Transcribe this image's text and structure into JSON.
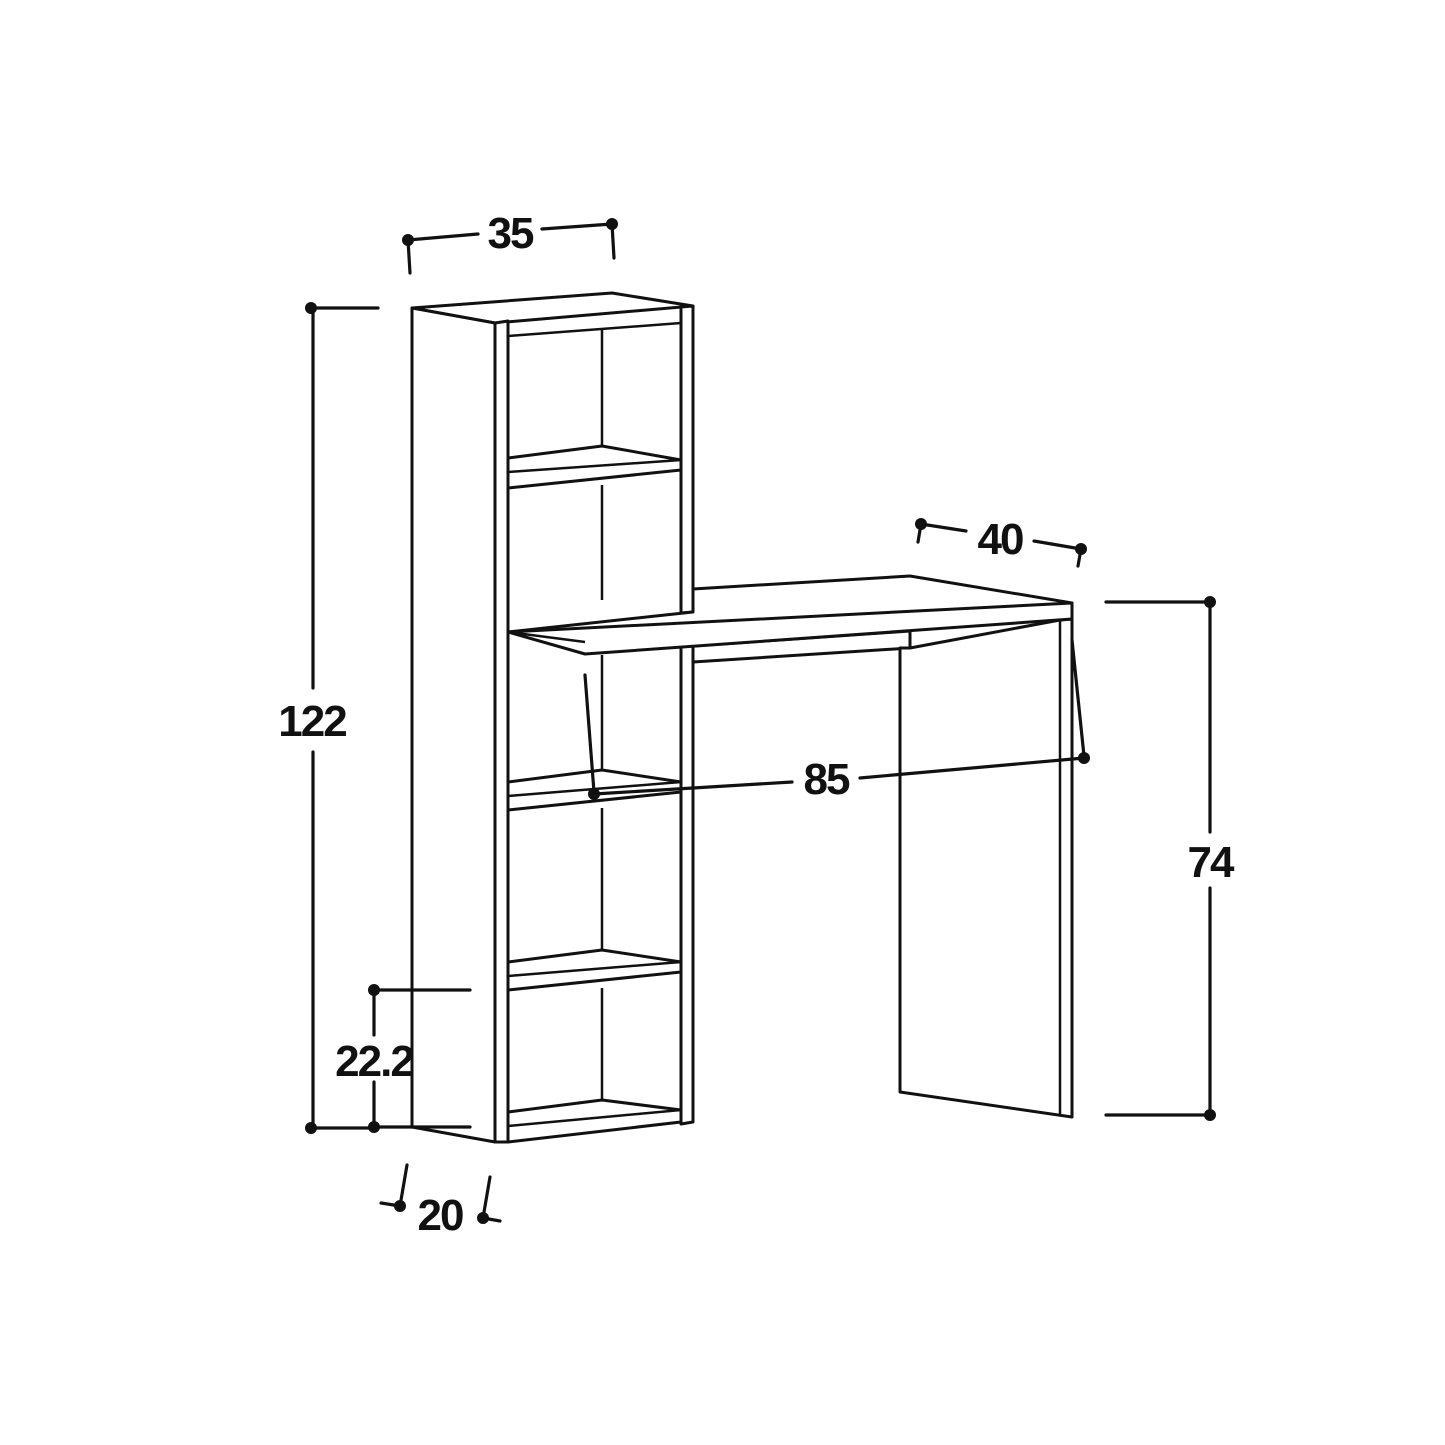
{
  "dimensions": {
    "shelf_width": "35",
    "total_height": "122",
    "desk_depth": "40",
    "desk_width": "85",
    "desk_height": "74",
    "compartment_height": "22.2",
    "shelf_depth": "20"
  },
  "colors": {
    "line": "#111111",
    "background": "#ffffff"
  }
}
